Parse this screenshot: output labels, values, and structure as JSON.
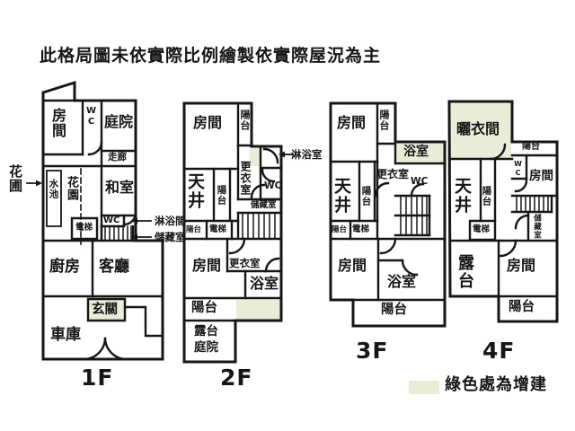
{
  "title": "此格局圖未依實際比例繪製依實際屋況為主",
  "legend": {
    "label": "綠色處為增建",
    "highlight_color": "#e9edd8",
    "wall_color": "#161616"
  },
  "floors": [
    {
      "label": "1F",
      "annotations": {
        "flowerbed": "花圃",
        "shower": "淋浴間",
        "storage": "儲藏室"
      },
      "rooms": {
        "bedroom": "房間",
        "wc_top": "WC",
        "courtyard": "庭院",
        "corridor": "走廊",
        "pond": "水池",
        "garden": "花園",
        "tatami": "和室",
        "wc_mid": "WC",
        "elevator": "電梯",
        "kitchen": "廚房",
        "living": "客廳",
        "foyer": "玄關",
        "garage": "車庫"
      }
    },
    {
      "label": "2F",
      "annotations": {
        "shower": "淋浴室"
      },
      "rooms": {
        "bedroom_top": "房間",
        "balcony_top": "陽台",
        "dressing_top": "更衣室",
        "wc": "WC",
        "skywell": "天井",
        "balcony_mid": "陽台",
        "storage": "儲藏室",
        "balcony_small": "陽台",
        "elevator": "電梯",
        "bedroom": "房間",
        "dressing": "更衣室",
        "bath": "浴室",
        "balcony_bottom": "陽台",
        "terrace": "露台",
        "courtyard": "庭院"
      }
    },
    {
      "label": "3F",
      "rooms": {
        "bedroom_top": "房間",
        "balcony_top": "陽台",
        "bath_top": "浴室",
        "dressing": "更衣室",
        "wc": "WC",
        "skywell": "天井",
        "balcony_mid": "陽台",
        "balcony_small": "陽台",
        "elevator": "電梯",
        "bedroom": "房間",
        "bath": "浴室",
        "balcony_bottom": "陽台"
      }
    },
    {
      "label": "4F",
      "rooms": {
        "drying": "曬衣間",
        "balcony_top": "陽台",
        "wc": "WC",
        "bedroom_top": "房間",
        "skywell": "天井",
        "balcony_mid": "陽台",
        "elevator": "電梯",
        "storage": "儲藏室",
        "terrace": "露台",
        "bedroom": "房間",
        "balcony_bottom": "陽台"
      }
    }
  ]
}
